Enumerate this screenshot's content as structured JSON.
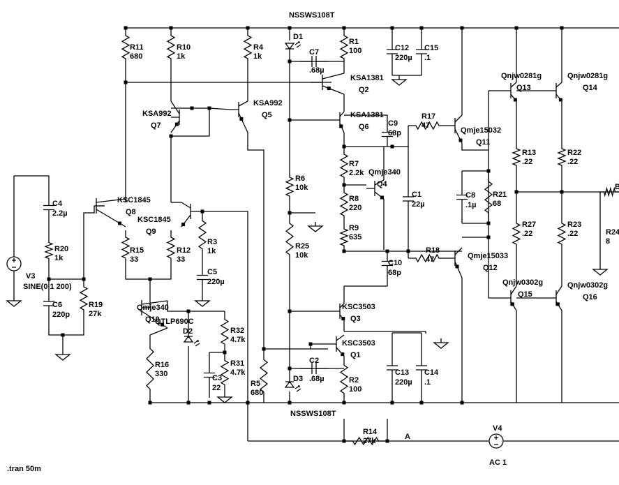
{
  "schematic": {
    "title_top": "NSSWS108T",
    "title_bottom": "NSSWS108T",
    "sim_directive": ".tran 50m",
    "source_v3": {
      "name": "V3",
      "value": "SINE(0 1 200)"
    },
    "source_v4": {
      "name": "V4",
      "value": "AC 1"
    },
    "node_a": "A",
    "node_b": "B",
    "resistors": [
      {
        "name": "R11",
        "value": "680"
      },
      {
        "name": "R10",
        "value": "1k"
      },
      {
        "name": "R4",
        "value": "1k"
      },
      {
        "name": "R1",
        "value": "100"
      },
      {
        "name": "R6",
        "value": "10k"
      },
      {
        "name": "R25",
        "value": "10k"
      },
      {
        "name": "R7",
        "value": "2.2k"
      },
      {
        "name": "R8",
        "value": "220"
      },
      {
        "name": "R9",
        "value": "635"
      },
      {
        "name": "R2",
        "value": "100"
      },
      {
        "name": "R20",
        "value": "1k"
      },
      {
        "name": "R19",
        "value": "27k"
      },
      {
        "name": "R15",
        "value": "33"
      },
      {
        "name": "R12",
        "value": "33"
      },
      {
        "name": "R3",
        "value": "1k"
      },
      {
        "name": "R16",
        "value": "330"
      },
      {
        "name": "R32",
        "value": "4.7k"
      },
      {
        "name": "R31",
        "value": "4.7k"
      },
      {
        "name": "R5",
        "value": "680"
      },
      {
        "name": "R14",
        "value": "27k"
      },
      {
        "name": "R17",
        "value": "47"
      },
      {
        "name": "R18",
        "value": "47"
      },
      {
        "name": "R21",
        "value": "68"
      },
      {
        "name": "R13",
        "value": ".22"
      },
      {
        "name": "R22",
        "value": ".22"
      },
      {
        "name": "R27",
        "value": ".22"
      },
      {
        "name": "R23",
        "value": ".22"
      },
      {
        "name": "R24",
        "value": "8"
      }
    ],
    "capacitors": [
      {
        "name": "C7",
        "value": ".68µ"
      },
      {
        "name": "C12",
        "value": "220µ"
      },
      {
        "name": "C15",
        "value": ".1"
      },
      {
        "name": "C9",
        "value": "68p"
      },
      {
        "name": "C1",
        "value": "22µ"
      },
      {
        "name": "C8",
        "value": ".1µ"
      },
      {
        "name": "C10",
        "value": "68p"
      },
      {
        "name": "C4",
        "value": "2.2µ"
      },
      {
        "name": "C6",
        "value": "220p"
      },
      {
        "name": "C5",
        "value": "220µ"
      },
      {
        "name": "C3",
        "value": "22"
      },
      {
        "name": "C2",
        "value": ".68µ"
      },
      {
        "name": "C13",
        "value": "220µ"
      },
      {
        "name": "C14",
        "value": ".1"
      }
    ],
    "transistors": [
      {
        "name": "Q2",
        "model": "KSA1381"
      },
      {
        "name": "Q6",
        "model": "KSA1381"
      },
      {
        "name": "Q7",
        "model": "KSA992"
      },
      {
        "name": "Q5",
        "model": "KSA992"
      },
      {
        "name": "Q8",
        "model": "KSC1845"
      },
      {
        "name": "Q9",
        "model": "KSC1845"
      },
      {
        "name": "Q10",
        "model": "Qmje340"
      },
      {
        "name": "Q4",
        "model": "Qmje340"
      },
      {
        "name": "Q3",
        "model": "KSC3503"
      },
      {
        "name": "Q1",
        "model": "KSC3503"
      },
      {
        "name": "Q11",
        "model": "Qmje15032"
      },
      {
        "name": "Q12",
        "model": "Qmje15033"
      },
      {
        "name": "Q13",
        "model": "Qnjw0281g"
      },
      {
        "name": "Q14",
        "model": "Qnjw0281g"
      },
      {
        "name": "Q15",
        "model": "Qnjw0302g"
      },
      {
        "name": "Q16",
        "model": "Qnjw0302g"
      }
    ],
    "diodes": [
      {
        "name": "D1"
      },
      {
        "name": "D2",
        "model": "QTLP690C"
      },
      {
        "name": "D3"
      }
    ]
  }
}
